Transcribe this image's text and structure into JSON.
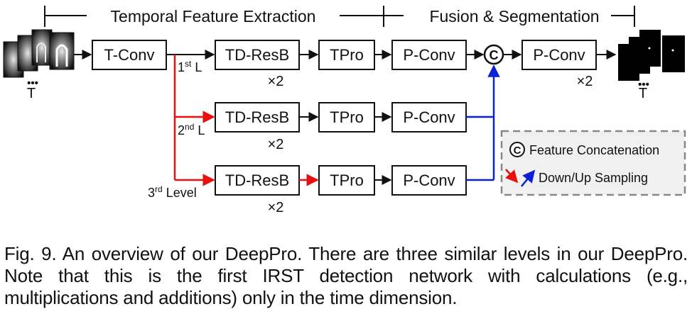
{
  "header": {
    "left": "Temporal Feature Extraction",
    "right": "Fusion & Segmentation"
  },
  "blocks": {
    "tconv": "T-Conv",
    "tdresb": "TD-ResB",
    "tpro": "TPro",
    "pconv": "P-Conv",
    "concat_symbol": "C"
  },
  "repeat": "×2",
  "input_label": "T",
  "output_label": "T",
  "dots": "•••",
  "levels": {
    "first": {
      "base": "1",
      "sup": "st",
      "tail": " L"
    },
    "second": {
      "base": "2",
      "sup": "nd",
      "tail": " L"
    },
    "third": {
      "base": "3",
      "sup": "rd",
      "tail": " Level"
    }
  },
  "legend": {
    "concat": "Feature Concatenation",
    "sampling": "Down/Up Sampling"
  },
  "colors": {
    "down": "#e81010",
    "up": "#0a1fd6",
    "line": "#111111",
    "legend_border": "#888888"
  },
  "caption": "Fig. 9. An overview of our DeepPro. There are three similar levels in our DeepPro. Note that this is the first IRST detection network with calculations (e.g., multiplications and additions) only in the time dimension."
}
